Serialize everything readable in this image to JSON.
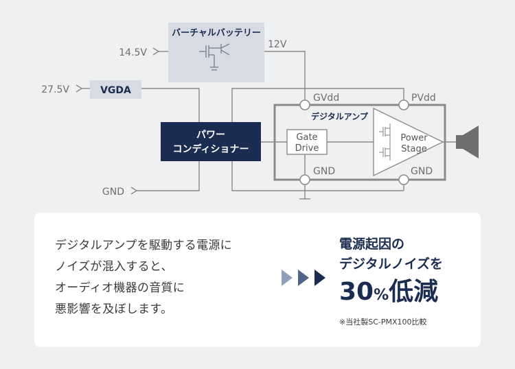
{
  "diagram": {
    "virtual_battery": "バーチャルバッテリー",
    "v14_5": "14.5V",
    "v12": "12V",
    "v27_5": "27.5V",
    "vgda": "VGDA",
    "power_conditioner_line1": "パワー",
    "power_conditioner_line2": "コンディショナー",
    "gnd_left": "GND",
    "gvdd": "GVdd",
    "pvdd": "PVdd",
    "digital_amp": "デジタルアンプ",
    "gate_drive_line1": "Gate",
    "gate_drive_line2": "Drive",
    "power_stage_line1": "Power",
    "power_stage_line2": "Stage",
    "gnd_inner1": "GND",
    "gnd_inner2": "GND"
  },
  "card": {
    "desc_lines": [
      "デジタルアンプを駆動する電源に",
      "ノイズが混入すると、",
      "オーディオ機器の音質に",
      "悪影響を及ぼします。"
    ],
    "result_line1": "電源起因の",
    "result_line2": "デジタルノイズを",
    "big_number": "30",
    "big_percent": "%",
    "big_suffix": "低減",
    "note": "※当社製SC-PMX100比較"
  },
  "colors": {
    "navy": "#1a2c4f",
    "light_box": "#d6dbe4",
    "line": "#888888",
    "amp_border": "#8a8a8a"
  }
}
